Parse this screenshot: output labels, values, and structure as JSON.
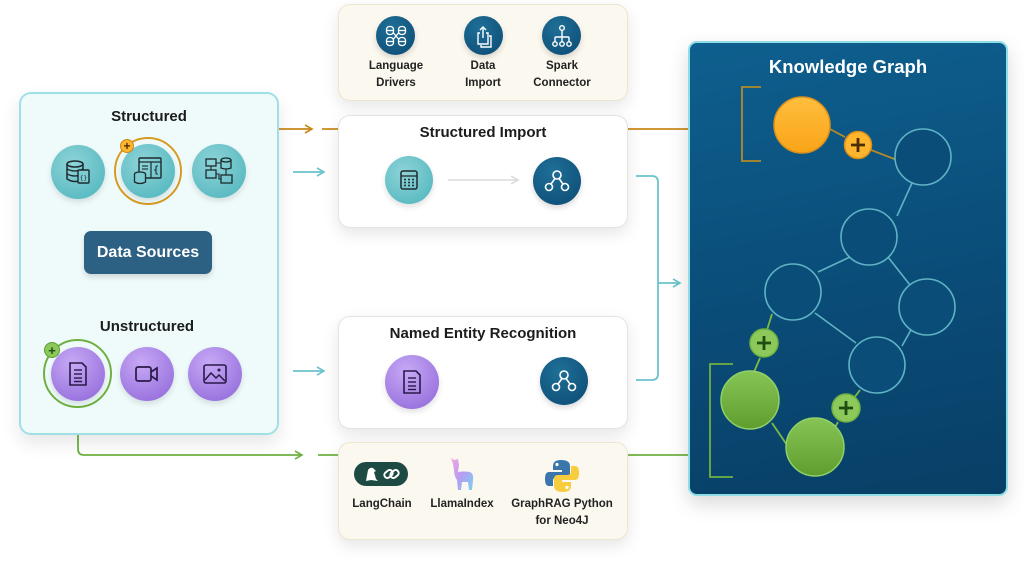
{
  "sources": {
    "structured_label": "Structured",
    "unstructured_label": "Unstructured",
    "button_label": "Data Sources",
    "structured_items": [
      {
        "name": "database-json-icon",
        "highlighted": false
      },
      {
        "name": "database-schema-icon",
        "highlighted": true
      },
      {
        "name": "relational-tables-icon",
        "highlighted": false
      }
    ],
    "unstructured_items": [
      {
        "name": "document-icon",
        "highlighted": true
      },
      {
        "name": "video-icon",
        "highlighted": false
      },
      {
        "name": "image-icon",
        "highlighted": false
      }
    ]
  },
  "connectors": {
    "items": [
      {
        "label_line1": "Language",
        "label_line2": "Drivers",
        "icon": "language-drivers-icon"
      },
      {
        "label_line1": "Data",
        "label_line2": "Import",
        "icon": "data-import-icon"
      },
      {
        "label_line1": "Spark",
        "label_line2": "Connector",
        "icon": "spark-connector-icon"
      }
    ]
  },
  "structured_import": {
    "title": "Structured Import",
    "from_icon": "calculator-grid-icon",
    "to_icon": "graph-nodes-icon"
  },
  "ner": {
    "title": "Named Entity Recognition",
    "from_icon": "document-icon",
    "to_icon": "graph-nodes-icon"
  },
  "frameworks": {
    "items": [
      {
        "label_line1": "LangChain",
        "label_line2": "",
        "icon": "langchain-icon"
      },
      {
        "label_line1": "LlamaIndex",
        "label_line2": "",
        "icon": "llamaindex-icon"
      },
      {
        "label_line1": "GraphRAG Python",
        "label_line2": "for Neo4J",
        "icon": "python-icon"
      }
    ]
  },
  "knowledge_graph": {
    "title": "Knowledge Graph"
  },
  "colors": {
    "structured_flow": "#d0902a",
    "unstructured_flow": "#6fb140",
    "teal_flow": "#6cc3cc",
    "graph_bg": "#0a4c78",
    "orange_node": "#ffb52e",
    "green_node": "#7dbb45"
  }
}
